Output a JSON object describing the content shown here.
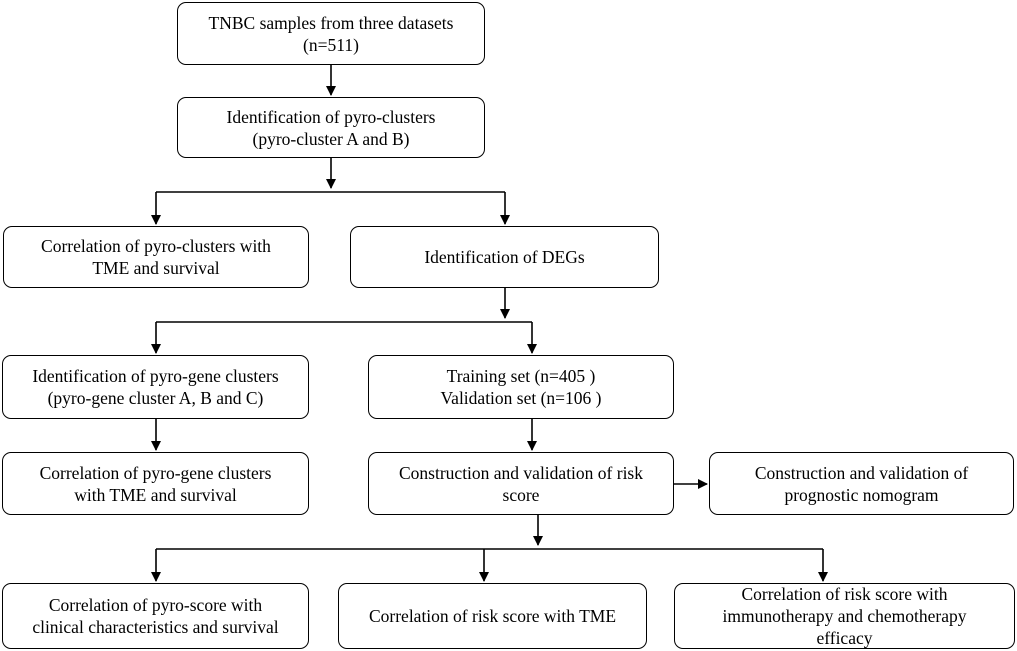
{
  "boxes": {
    "b1": "TNBC samples from three datasets\n(n=511)",
    "b2": "Identification of pyro-clusters\n(pyro-cluster A and B)",
    "b3": "Correlation of pyro-clusters with\nTME and survival",
    "b4": "Identification of DEGs",
    "b5": "Identification of pyro-gene clusters\n(pyro-gene cluster A, B and C)",
    "b6": "Training set (n=405 )\nValidation set (n=106 )",
    "b7": "Correlation of pyro-gene clusters\nwith TME and survival",
    "b8": "Construction and validation of risk\nscore",
    "b9": "Construction and validation of\nprognostic nomogram",
    "b10": "Correlation of pyro-score with\nclinical characteristics and survival",
    "b11": "Correlation of risk score with TME",
    "b12": "Correlation of risk score with\nimmunotherapy and chemotherapy\nefficacy"
  }
}
